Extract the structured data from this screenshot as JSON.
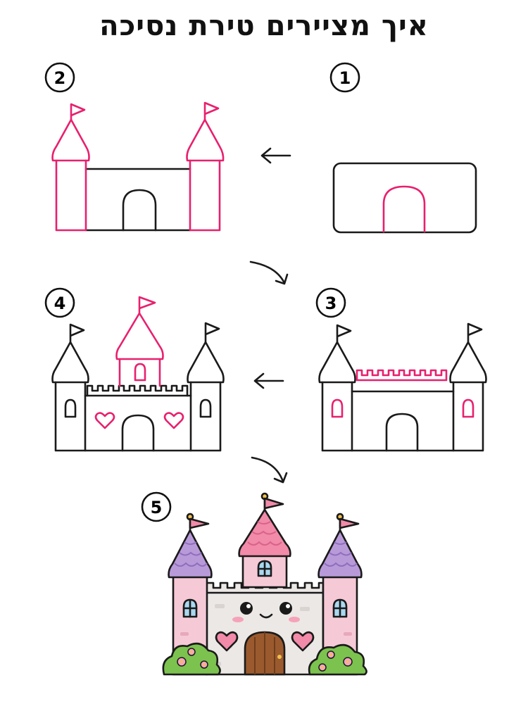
{
  "title": "איך מציירים טירת נסיכה",
  "steps": [
    {
      "number": "1"
    },
    {
      "number": "2"
    },
    {
      "number": "3"
    },
    {
      "number": "4"
    },
    {
      "number": "5"
    }
  ],
  "colors": {
    "outline": "#1a1a1a",
    "highlight": "#e8206e",
    "pink_wall": "#f6c9d6",
    "stone": "#ece8e6",
    "roof_purple": "#b99ad9",
    "roof_pink": "#f28aa9",
    "door": "#9a5a2e",
    "bush": "#7cc24f",
    "window": "#a9d8f0"
  }
}
